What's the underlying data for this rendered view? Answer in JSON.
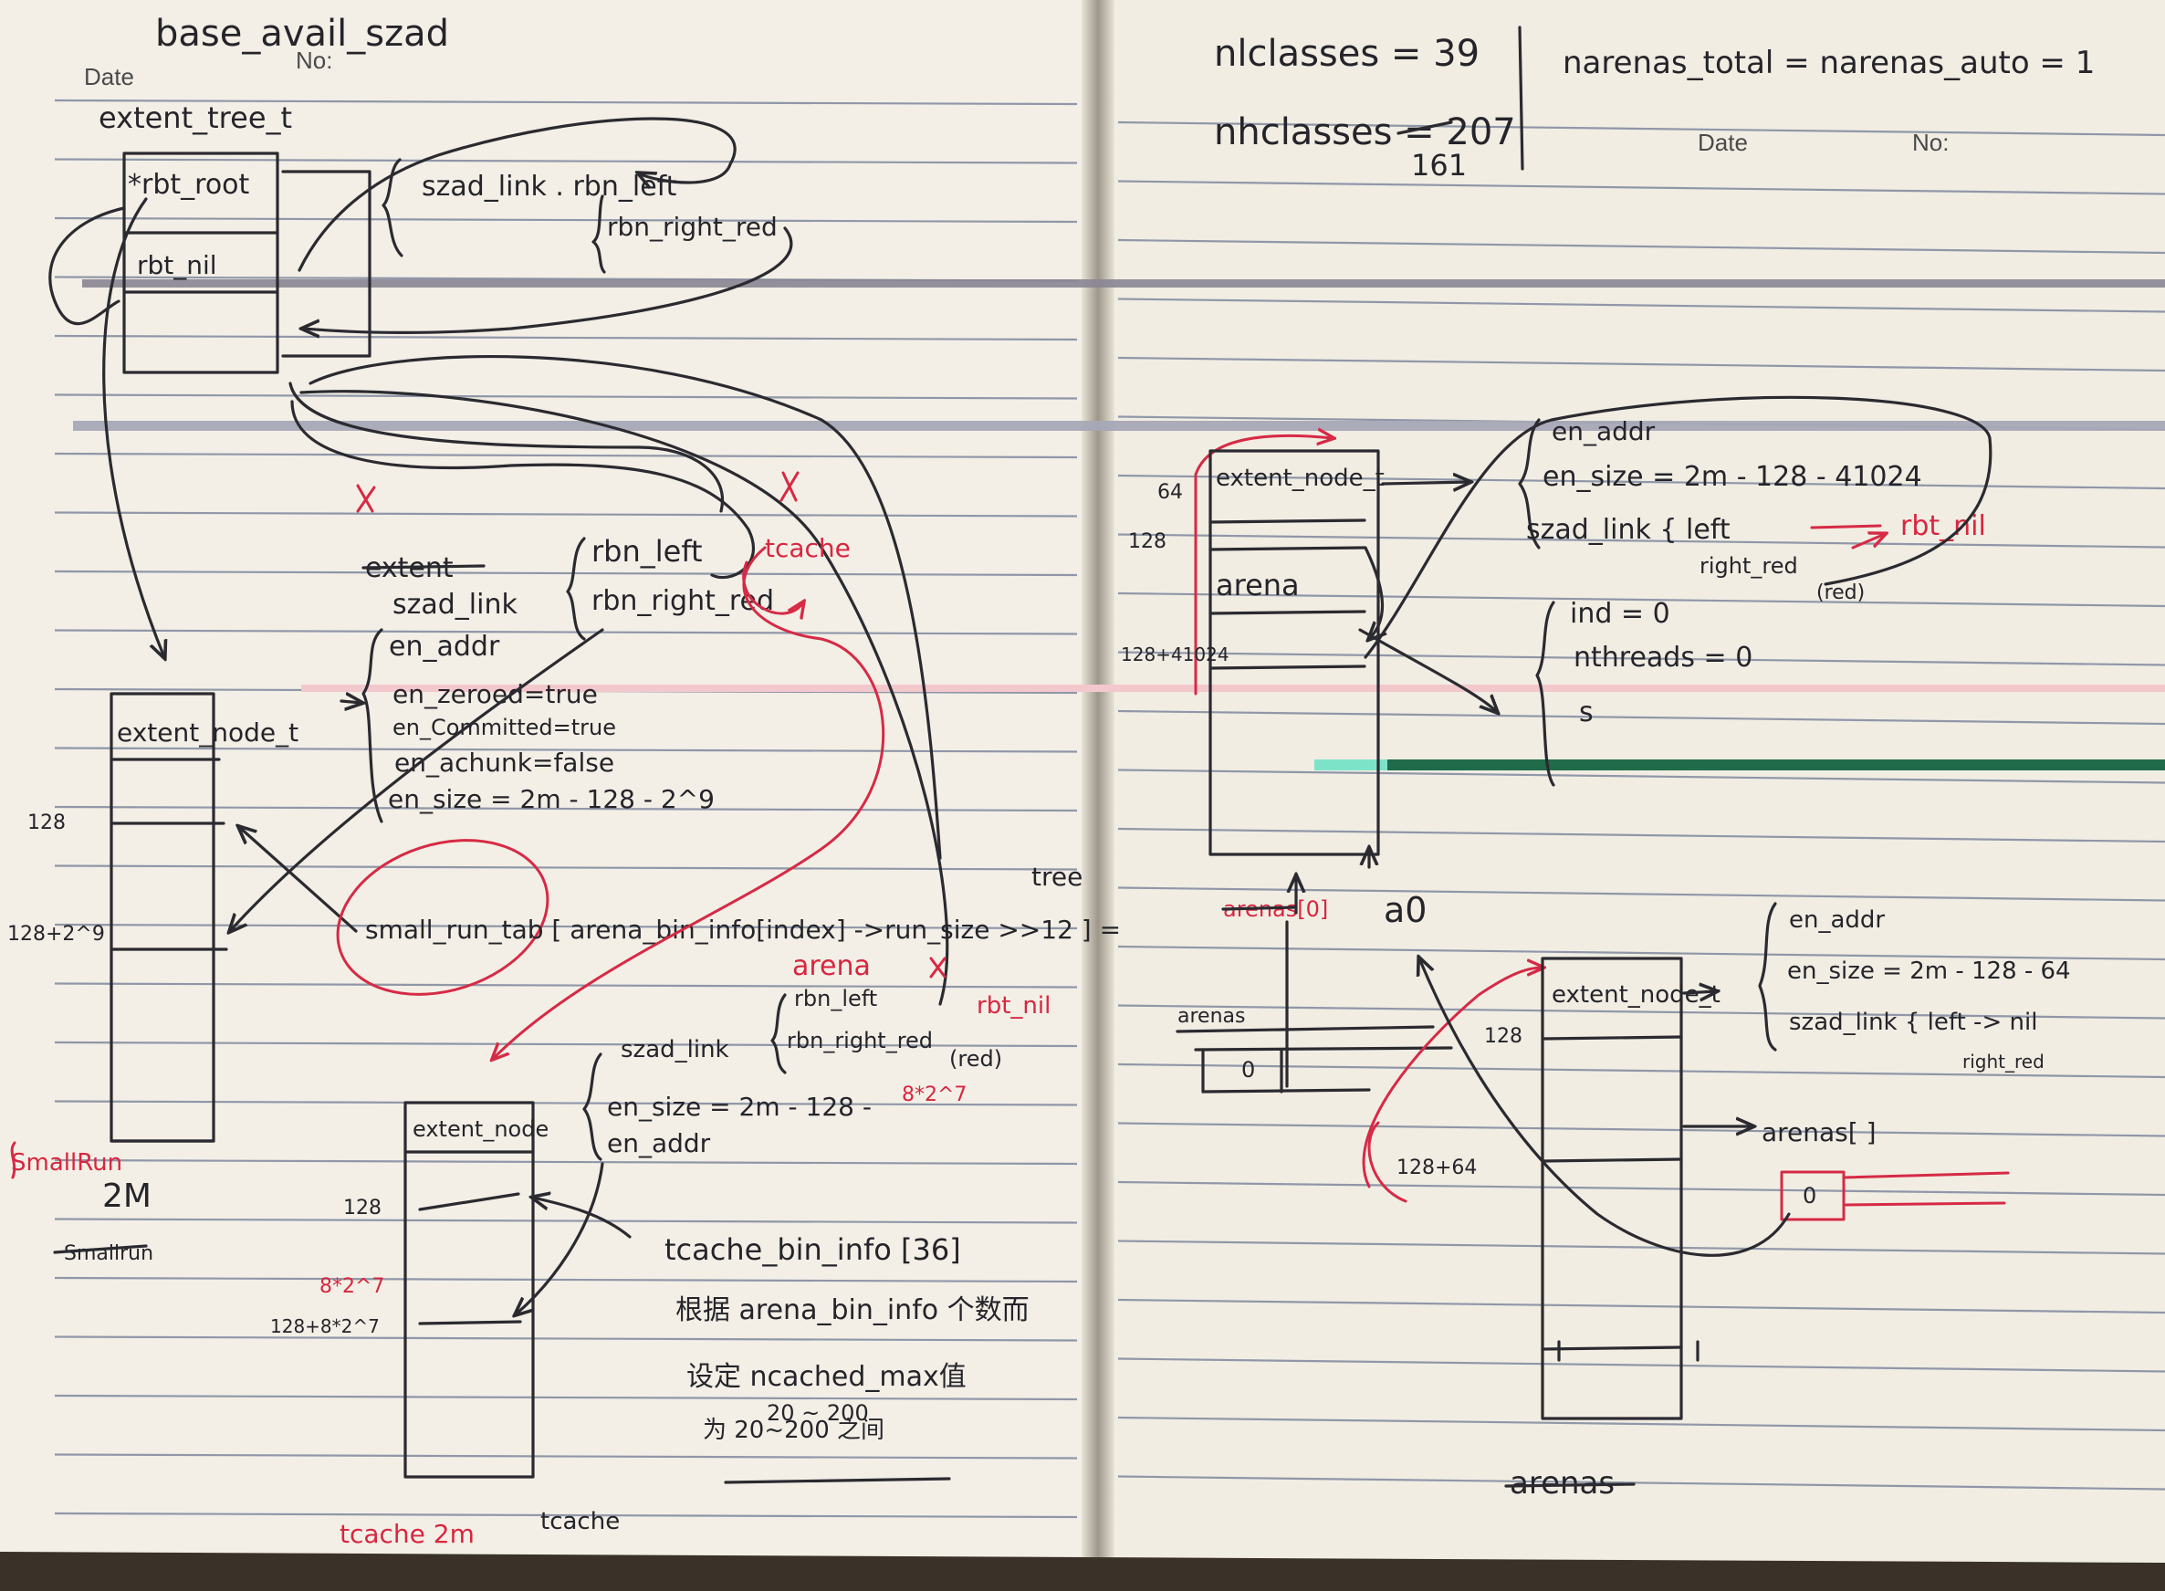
{
  "notebook": {
    "paper_color": "#f3efe6",
    "shade_color": "#d9d2c2",
    "rule_color": "#8f97a8",
    "ink_color": "#25242a",
    "red_ink_color": "#d8263f",
    "scan_glitch_colors": [
      "#8a8592",
      "#a7a8b6",
      "#f3c8cd",
      "#1f6b4a",
      "#7de3c8"
    ]
  },
  "left_page": {
    "printed": {
      "date_label": "Date",
      "no_label": "No:"
    },
    "heading": "base_avail_szad",
    "subheading": "extent_tree_t",
    "tree_box": {
      "cell1": "*rbt_root",
      "cell2": "rbt_nil"
    },
    "szad_top": {
      "line1": "szad_link . rbn_left",
      "line2": "rbn_right_red"
    },
    "mid_struct": {
      "struck": "extent",
      "szad": "szad_link",
      "rbn_left": "rbn_left",
      "rbn_right": "rbn_right_red",
      "tcache_red": "tcache"
    },
    "en_fields": {
      "addr": "en_addr",
      "zeroed": "en_zeroed=true",
      "committed": "en_Committed=true",
      "achunk": "en_achunk=false",
      "size": "en_size = 2m - 128 - 2^9"
    },
    "node_box": {
      "label": "extent_node_t",
      "offset1": "128",
      "offset2": "128+2^9"
    },
    "small_run": "small_run_tab [ arena_bin_info[index] ->run_size >>12 ] =",
    "tree_label": "tree",
    "red_labels": {
      "arena": "arena",
      "rbt_nil": "rbt_nil",
      "small_run": "SmallRun"
    },
    "lower_struct": {
      "szad": "szad_link",
      "rbn_left": "rbn_left",
      "rbn_right": "rbn_right_red",
      "red_tag": "(red)",
      "en_size": "en_size = 2m - 128 -",
      "en_addr": "en_addr",
      "red_size": "8*2^7"
    },
    "lower_box": {
      "label": "extent_node",
      "off128": "128",
      "off_sum": "128+8*2^7",
      "red_mult": "8*2^7"
    },
    "tcache_info": {
      "line1": "tcache_bin_info [36]",
      "line2": "根据 arena_bin_info 个数而",
      "line3": "设定 ncached_max值",
      "line4": "20 ~ 200",
      "line5": "为 20~200 之间"
    },
    "two_m": "2M",
    "small_run_lower": "Smallrun",
    "bottom_red": "tcache 2m",
    "bottom_black": "tcache"
  },
  "right_page": {
    "header": {
      "nlclasses": "nlclasses = 39",
      "nhclasses_top": "nhclasses = 207",
      "nhclasses_bottom": "161",
      "narenas": "narenas_total = narenas_auto = 1",
      "date_label": "Date",
      "no_label": "No:"
    },
    "top_struct": {
      "box_label": "extent_node_t",
      "off64": "64",
      "off128": "128",
      "off_sum": "128+41024",
      "arena": "arena",
      "en_addr": "en_addr",
      "en_size": "en_size = 2m - 128 - 41024",
      "szad_left": "szad_link { left",
      "right_red": "right_red",
      "red_tag": "(red)",
      "rbt_nil_red": "rbt_nil",
      "ind": "ind = 0",
      "nthreads": "nthreads = 0",
      "s": "s"
    },
    "arenas_block": {
      "label": "arenas[0]",
      "a0": "a0",
      "inner_label": "arenas",
      "zero": "0"
    },
    "lower_struct": {
      "box_label": "extent_node_t",
      "off128": "128",
      "off_sum": "128+64",
      "en_addr": "en_addr",
      "en_size": "en_size = 2m - 128 - 64",
      "szad_left": "szad_link { left -> nil",
      "right_red": "right_red",
      "arenas_ref": "arenas[ ]",
      "zero": "0"
    },
    "footer": "arenas"
  }
}
